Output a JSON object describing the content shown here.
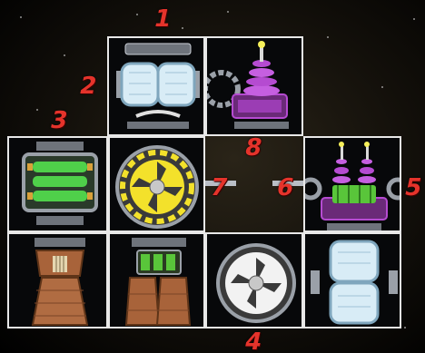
{
  "ship_layout": {
    "labels": [
      "1",
      "2",
      "3",
      "4",
      "5",
      "6",
      "7",
      "8"
    ]
  },
  "colors": {
    "grid_line": "#e8e8e8",
    "label": "#e5332b",
    "pipe": "#b9bec6",
    "shield": "#d8ecf6",
    "battery": "#4fd04a",
    "engine_copper": "#a8633a",
    "engine_green": "#59c53a",
    "reactor_yellow": "#f3e12b",
    "reactor_white": "#f2f2f2",
    "coil_purple": "#b54bd1"
  },
  "icons": {
    "shield_module": "shield-capsule-icon",
    "coil_module": "tesla-coil-icon",
    "battery_module": "battery-icon",
    "reactor_yellow": "yellow-reactor-icon",
    "reactor_white": "white-reactor-icon",
    "engine_copper": "copper-thruster-icon",
    "engine_green": "green-thruster-icon",
    "coil_double": "double-coil-icon"
  }
}
